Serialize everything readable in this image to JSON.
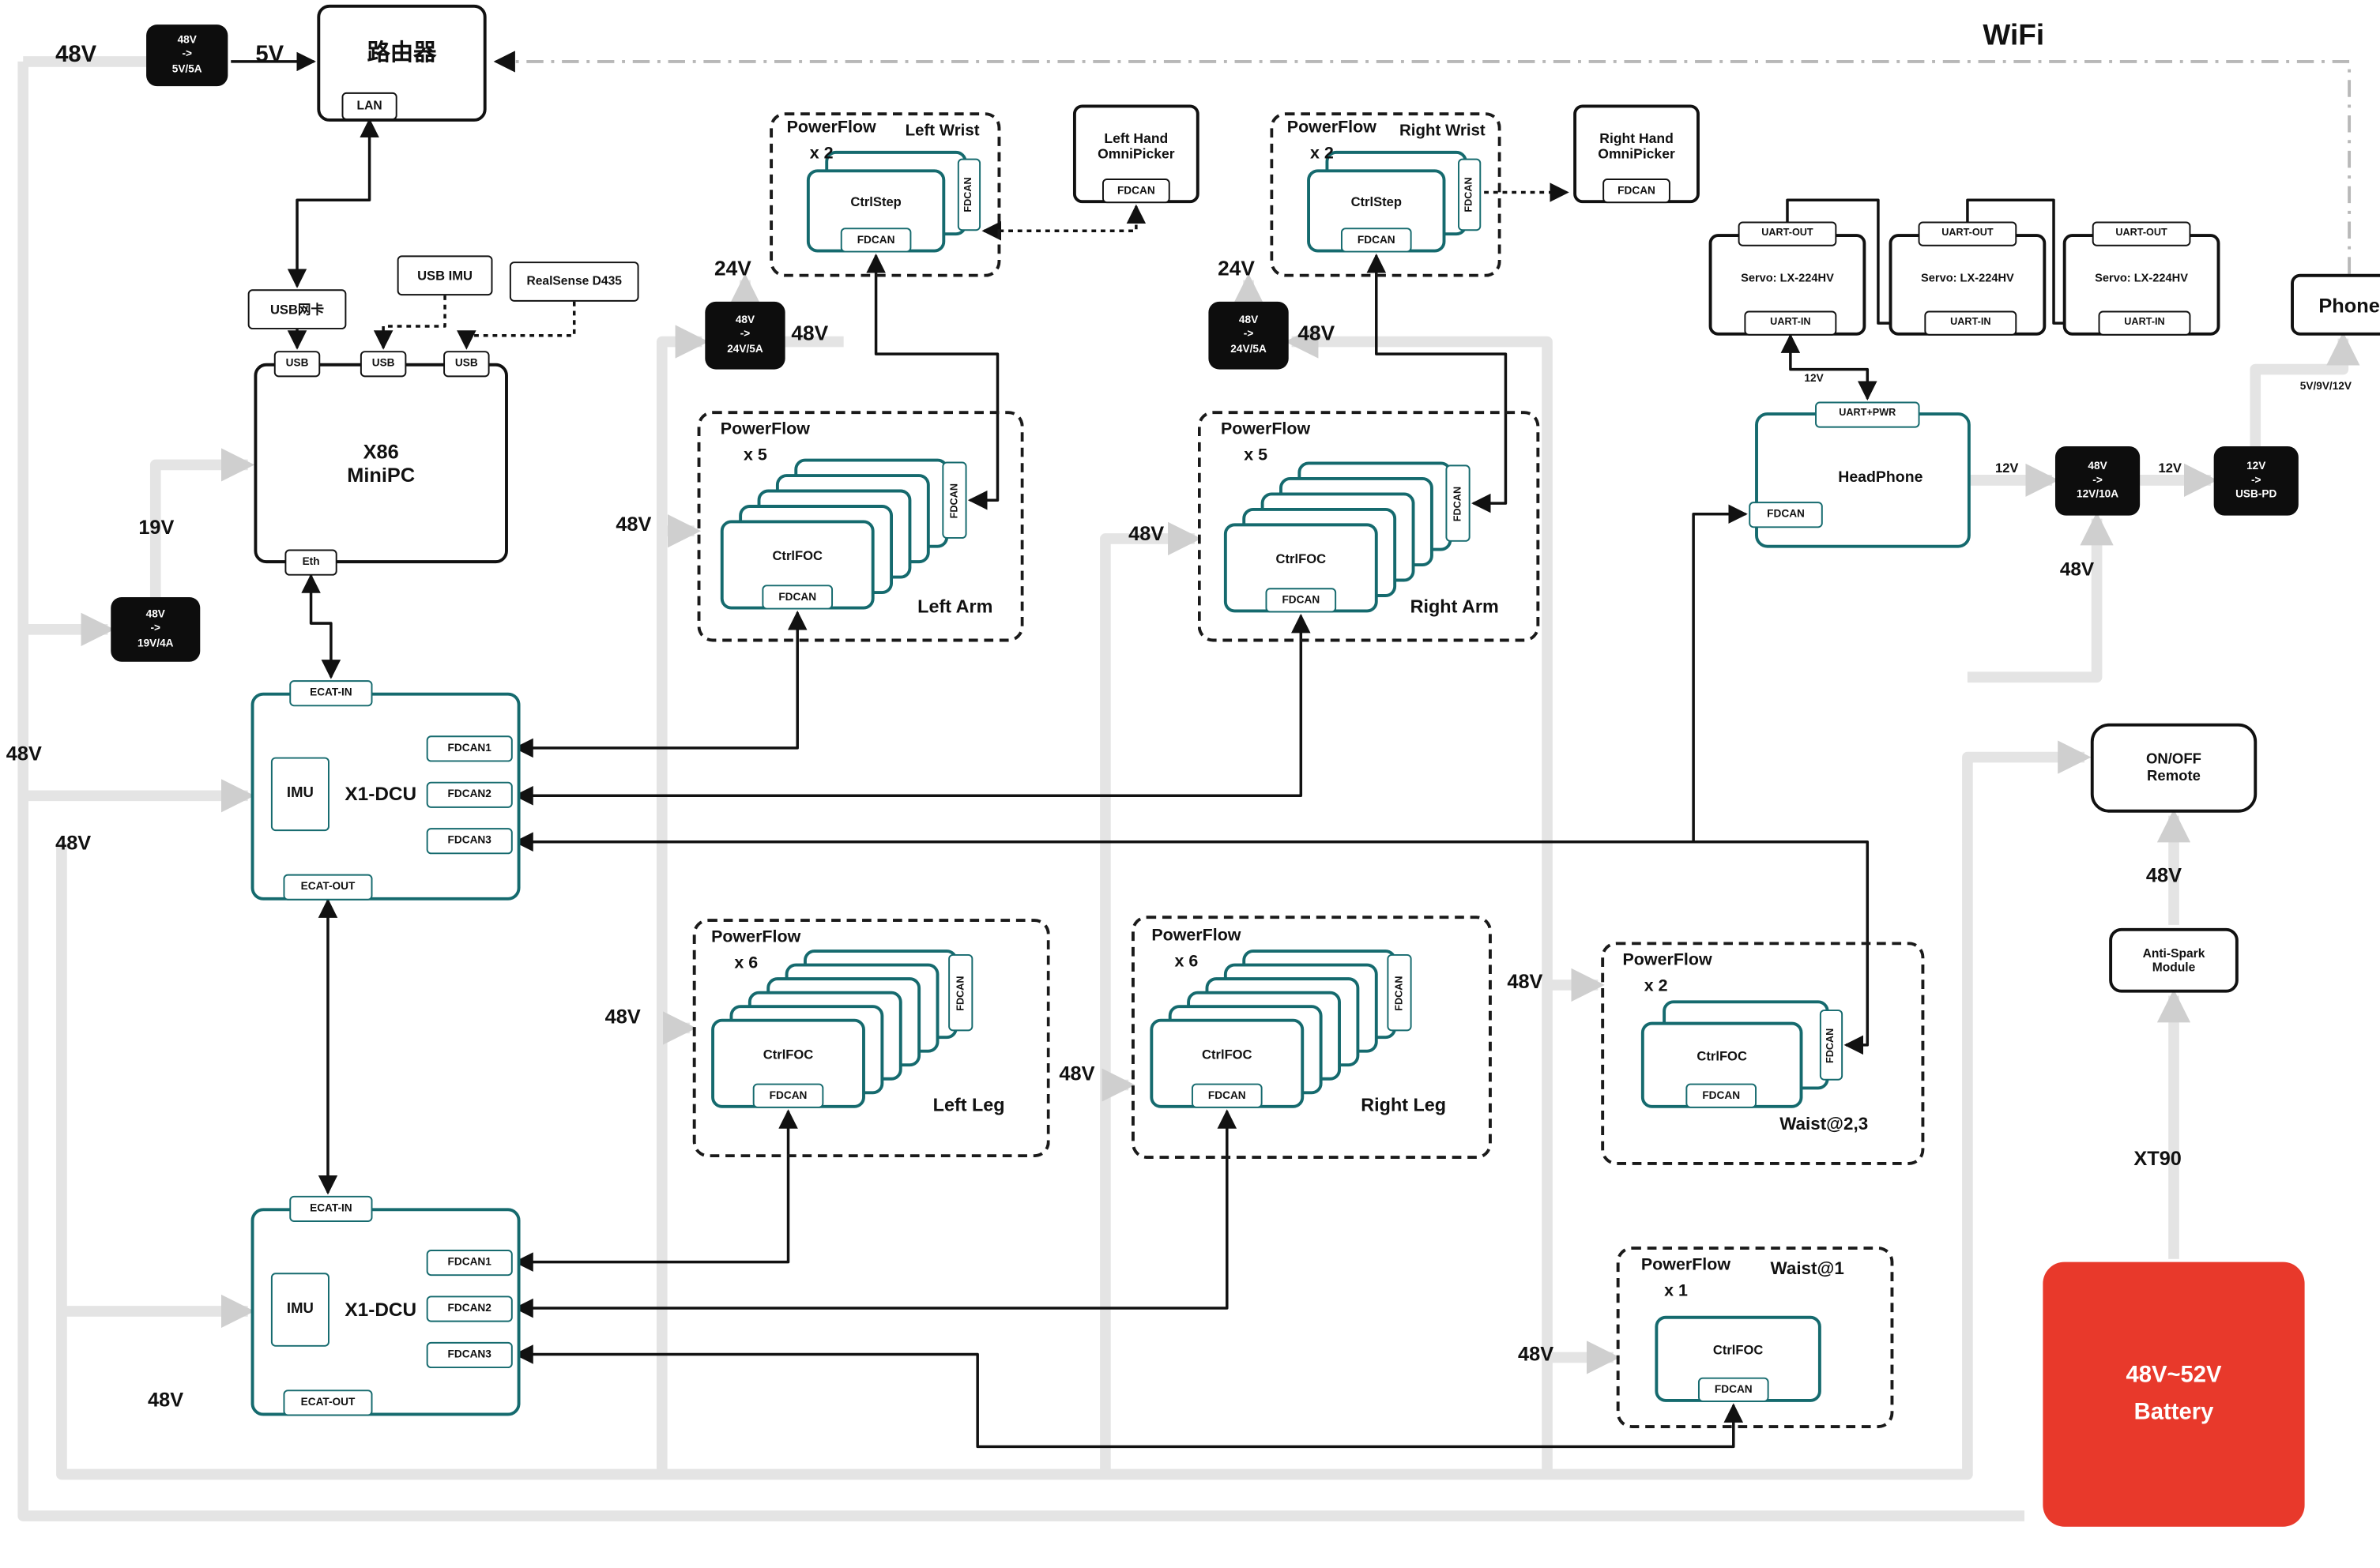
{
  "colors": {
    "teal": "#156a6e",
    "red": "#e8392b",
    "wire": "#e4e4e4",
    "line": "#111111"
  },
  "shared": {
    "v48": "48V",
    "v24": "24V",
    "v19": "19V",
    "v5": "5V",
    "v12": "12V",
    "fdcan": "FDCAN",
    "fdcan1": "FDCAN1",
    "fdcan2": "FDCAN2",
    "fdcan3": "FDCAN3",
    "ctrlfoc": "CtrlFOC",
    "ctrlstep": "CtrlStep",
    "powerflow": "PowerFlow",
    "usb": "USB",
    "imu": "IMU",
    "ecat_in": "ECAT-IN",
    "ecat_out": "ECAT-OUT",
    "uart_out": "UART-OUT",
    "uart_in": "UART-IN",
    "uart_pwr": "UART+PWR",
    "servo": "Servo: LX-224HV",
    "x1dcu": "X1-DCU",
    "omnipicker": "OmniPicker"
  },
  "top_left": {
    "conv5": {
      "in": "48V",
      "arrow": "->",
      "out": "5V/5A"
    },
    "conv19": {
      "in": "48V",
      "arrow": "->",
      "out": "19V/4A"
    },
    "router": "路由器",
    "lan": "LAN",
    "usb_nic": "USB网卡",
    "usb_imu": "USB IMU",
    "realsense": "RealSense D435",
    "x86_line1": "X86",
    "x86_line2": "MiniPC",
    "eth": "Eth"
  },
  "groups": {
    "left_wrist": {
      "count": "x 2",
      "name": "Left Wrist"
    },
    "right_wrist": {
      "count": "x 2",
      "name": "Right Wrist"
    },
    "left_arm": {
      "count": "x 5",
      "name": "Left Arm"
    },
    "right_arm": {
      "count": "x 5",
      "name": "Right Arm"
    },
    "left_leg": {
      "count": "x 6",
      "name": "Left Leg"
    },
    "right_leg": {
      "count": "x 6",
      "name": "Right Leg"
    },
    "waist23": {
      "count": "x 2",
      "name": "Waist@2,3"
    },
    "waist1": {
      "count": "x 1",
      "name": "Waist@1"
    }
  },
  "hands": {
    "left": {
      "line1": "Left Hand",
      "line2": "OmniPicker"
    },
    "right": {
      "line1": "Right Hand",
      "line2": "OmniPicker"
    }
  },
  "convs": {
    "c24l": {
      "in": "48V",
      "arrow": "->",
      "out": "24V/5A"
    },
    "c24r": {
      "in": "48V",
      "arrow": "->",
      "out": "24V/5A"
    },
    "c12": {
      "in": "48V",
      "arrow": "->",
      "out": "12V/10A"
    },
    "cusbpd": {
      "in": "12V",
      "arrow": "->",
      "out": "USB-PD"
    }
  },
  "right_side": {
    "wifi": "WiFi",
    "phone": "Phone",
    "phone_volts": "5V/9V/12V",
    "headphone": "HeadPhone",
    "remote_line1": "ON/OFF",
    "remote_line2": "Remote",
    "antispark_line1": "Anti-Spark",
    "antispark_line2": "Module",
    "xt90": "XT90",
    "battery_line1": "48V~52V",
    "battery_line2": "Battery"
  }
}
